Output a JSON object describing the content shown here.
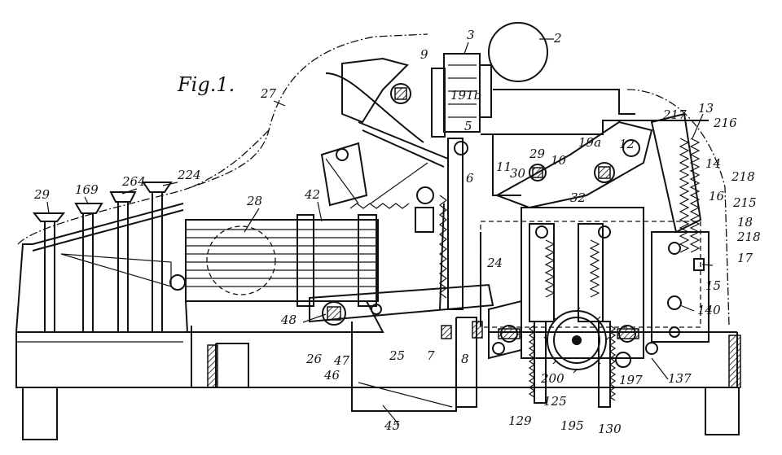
{
  "figure": {
    "title": "Fig.1."
  },
  "labels": {
    "l2": "2",
    "l3": "3",
    "l9": "9",
    "l27": "27",
    "l191b": "191b",
    "l5": "5",
    "l6": "6",
    "l13": "13",
    "l217": "217",
    "l216": "216",
    "l14": "14",
    "l218a": "218",
    "l16": "16",
    "l215": "215",
    "l18": "18",
    "l218b": "218",
    "l17": "17",
    "l15": "15",
    "l140": "140",
    "l12": "12",
    "l19a": "19a",
    "l10": "10",
    "l29": "29",
    "l11": "11",
    "l30": "30",
    "l32": "32",
    "l29b": "29",
    "l169": "169",
    "l264": "264",
    "l224": "224",
    "l28": "28",
    "l42": "42",
    "l24": "24",
    "l48": "48",
    "l26": "26",
    "l47": "47",
    "l46": "46",
    "l25": "25",
    "l7": "7",
    "l8": "8",
    "l45": "45",
    "l200": "200",
    "l197": "197",
    "l137": "137",
    "l129": "129",
    "l125": "125",
    "l195": "195",
    "l130": "130"
  }
}
